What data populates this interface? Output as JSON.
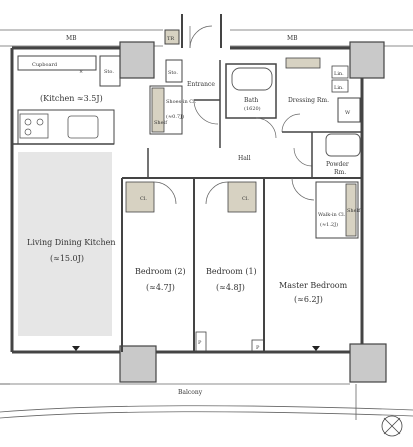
{
  "plan": {
    "mb_left": "MB",
    "mb_right": "MB",
    "tr": "TR",
    "entrance": "Entrance",
    "kitchen": "(Kitchen ≈3.5J)",
    "cupboard": "Cupboard",
    "sto_kitchen": "Sto.",
    "sto_entrance": "Sto.",
    "shoes_in_cl": "Shoes-in Cl.",
    "shoes_in_area": "(≈0.7J)",
    "shelf_entrance": "Shelf",
    "bath": "Bath",
    "bath_size": "(1620)",
    "dressing_rm": "Dressing Rm.",
    "lin_top": "Lin.",
    "lin_bottom": "Lin.",
    "w": "W",
    "powder_rm_1": "Powder",
    "powder_rm_2": "Rm.",
    "hall": "Hall",
    "cl_left": "Cl.",
    "cl_mid": "Cl.",
    "walk_in_cl": "Walk-in Cl.",
    "walk_in_area": "(≈1.2J)",
    "shelf_walk_in": "Shelf",
    "ldk": "Living Dining Kitchen",
    "ldk_area": "(≈15.0J)",
    "bedroom2": "Bedroom (2)",
    "bedroom2_area": "(≈4.7J)",
    "bedroom1": "Bedroom (1)",
    "bedroom1_area": "(≈4.8J)",
    "master": "Master Bedroom",
    "master_area": "(≈6.2J)",
    "p_left": "P",
    "p_right": "P",
    "balcony": "Balcony"
  },
  "colors": {
    "wall": "#444444",
    "column": "#c9c9c9",
    "storage_fill": "#d7d2c2",
    "ldk_floor": "#e6e6e6"
  }
}
